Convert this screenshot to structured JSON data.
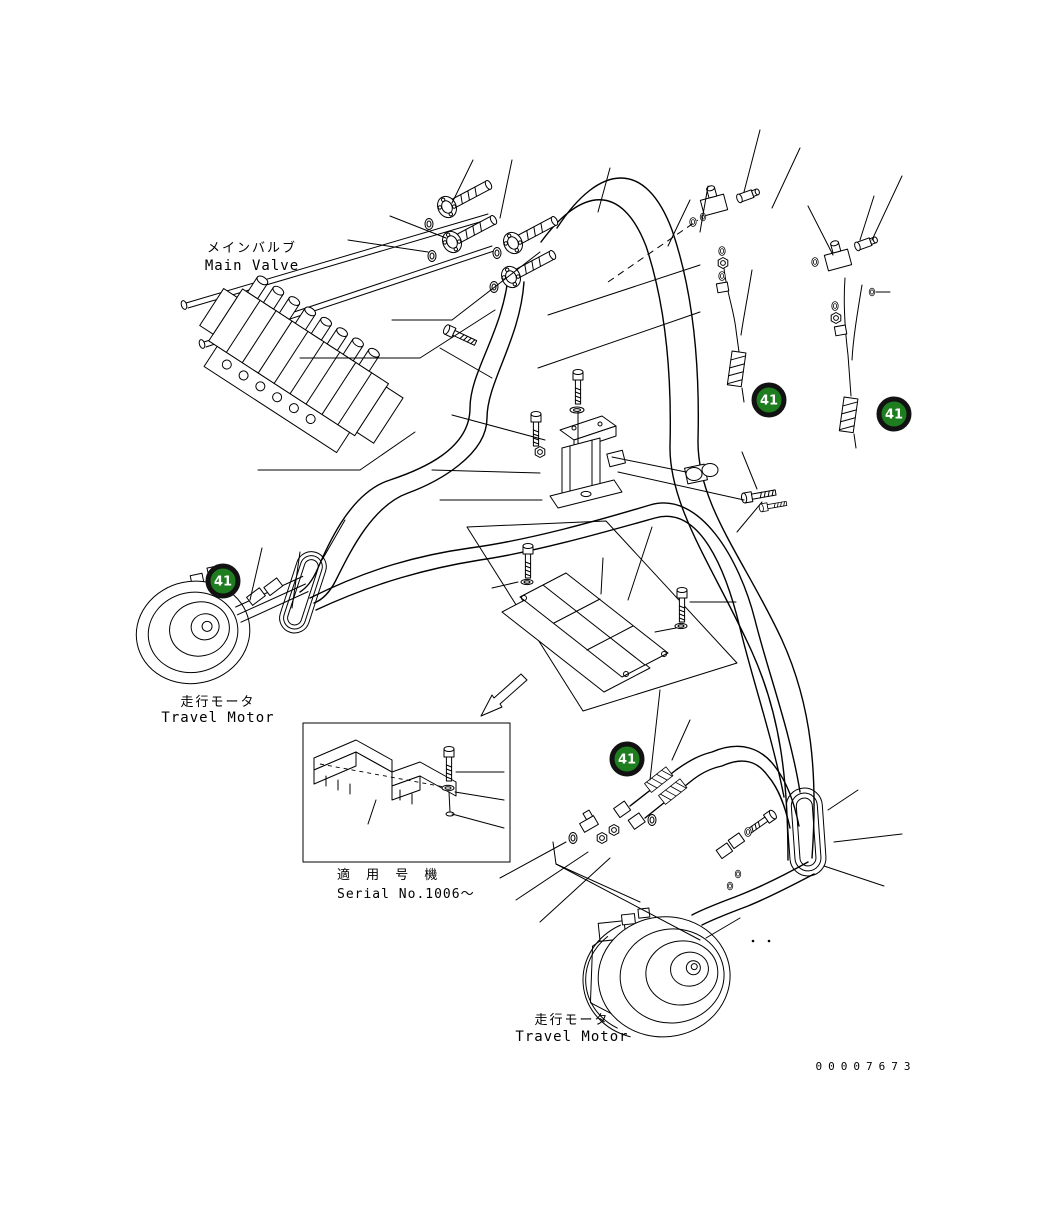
{
  "page": {
    "background": "#ffffff"
  },
  "diagram": {
    "drawing_number": "00007673",
    "labels": {
      "main_valve": {
        "jp": "メインバルブ",
        "en": "Main Valve"
      },
      "travel_motor_left": {
        "jp": "走行モータ",
        "en": "Travel Motor"
      },
      "travel_motor_bottom": {
        "jp": "走行モータ",
        "en": "Travel Motor"
      },
      "serial_note": {
        "jp": "適 用 号 機",
        "en": "Serial No.1006～"
      }
    },
    "callouts": [
      {
        "label": "41"
      },
      {
        "label": "41"
      },
      {
        "label": "41"
      },
      {
        "label": "41"
      }
    ],
    "colors": {
      "callout_fill": "#1e7d1e",
      "callout_ring": "#121212",
      "callout_text": "#ffffff",
      "line": "#000000"
    }
  }
}
